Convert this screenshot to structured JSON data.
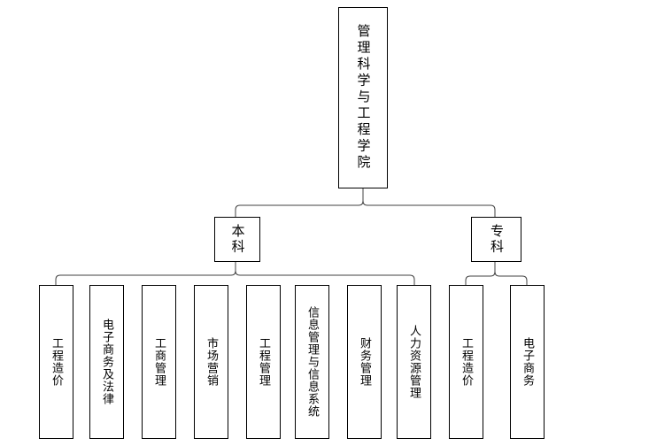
{
  "diagram": {
    "type": "org-chart",
    "root": {
      "label": "管理科学与工程学院"
    },
    "branches": [
      {
        "label": "本科",
        "children": [
          {
            "label": "工程造价"
          },
          {
            "label": "电子商务及法律"
          },
          {
            "label": "工商管理"
          },
          {
            "label": "市场营销"
          },
          {
            "label": "工程管理"
          },
          {
            "label": "信息管理与信息系统"
          },
          {
            "label": "财务管理"
          },
          {
            "label": "人力资源管理"
          }
        ]
      },
      {
        "label": "专科",
        "children": [
          {
            "label": "工程造价"
          },
          {
            "label": "电子商务"
          }
        ]
      }
    ]
  },
  "colors": {
    "background": "#ffffff",
    "box_border": "#000000",
    "connector": "#404040",
    "text": "#000000"
  }
}
